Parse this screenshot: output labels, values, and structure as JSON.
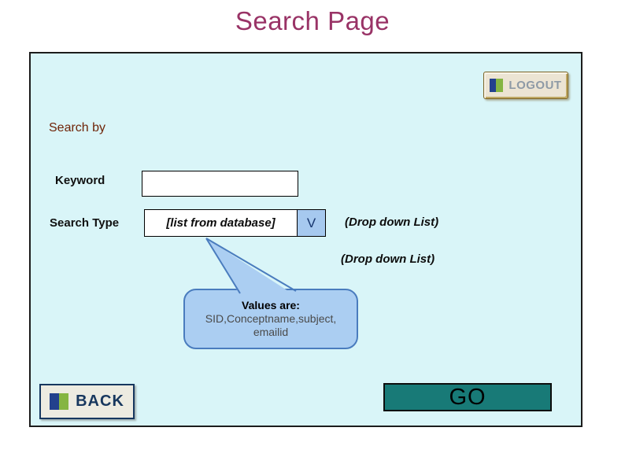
{
  "title": "Search Page",
  "logout": {
    "label": "LOGOUT"
  },
  "form": {
    "search_by": "Search by",
    "keyword_label": "Keyword",
    "keyword_value": "",
    "search_type_label": "Search Type",
    "search_type_value": "[list from database]",
    "dropdown_arrow": "V",
    "dropdown_note_1": "(Drop down List)",
    "dropdown_note_2": "(Drop down List)"
  },
  "callout": {
    "heading": "Values are:",
    "values_line1": "SID,Conceptname,subject,",
    "values_line2": "emailid"
  },
  "buttons": {
    "back": "BACK",
    "go": "GO"
  },
  "colors": {
    "title_text": "#993366",
    "panel_bg": "#d9f5f8",
    "search_by_text": "#6f2408",
    "dropdown_arrow_bg": "#a6c9ef",
    "callout_bg": "#abcef2",
    "callout_border": "#4a7cbe",
    "go_button_bg": "#187a77",
    "back_text": "#17375e",
    "logout_text": "#8e9aa6",
    "icon_blue": "#23418d",
    "icon_green": "#85b542"
  }
}
